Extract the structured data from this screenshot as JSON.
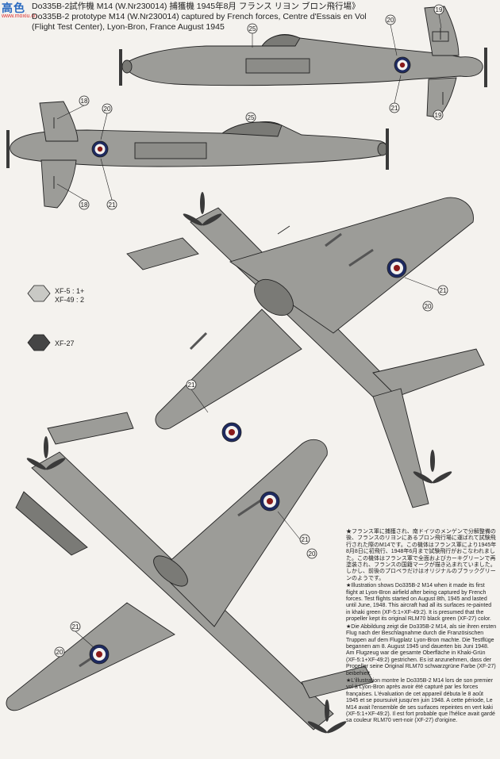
{
  "header": {
    "line1": "Do335B-2試作機 M14 (W.Nr230014) 捕獲機 1945年8月 フランス リヨン ブロン飛行場》",
    "line2": "Do335B-2 prototype M14 (W.Nr230014) captured by French forces, Centre d'Essais en Vol",
    "line3": "(Flight Test Center), Lyon-Bron, France August 1945"
  },
  "watermark": {
    "text": "高色",
    "sub": "www.moxiu.cn"
  },
  "swatches": [
    {
      "label1": "XF-5 : 1+",
      "label2": "XF-49 : 2",
      "color": "#c9c9c5"
    },
    {
      "label1": "XF-27",
      "label2": "",
      "color": "#454545"
    }
  ],
  "callouts": [
    "18",
    "19",
    "20",
    "21",
    "25"
  ],
  "notes": {
    "jp": "★フランス軍に捕獲され、南ドイツのメンゲンで分解整備の後、フランスのリヨンにあるブロン飛行場に運ばれて試験飛行された際のM14です。この機体はフランス軍により1945年8月8日に初飛行、1948年6月まで試験飛行がおこなわれました。この機体はフランス軍で全面およびカーキグリーンで再塗装され、フランスの国籍マークが描き込まれていました。しかし、前後のプロペラだけはオリジナルのブラックグリーンのようです。",
    "en": "★Illustration shows Do335B-2 M14 when it made its first flight at Lyon-Bron airfield after being captured by French forces. Test flights started on August 8th, 1945 and lasted until June, 1948. This aircraft had all its surfaces re-painted in khaki green (XF-5:1+XF-49:2). It is presumed that the propeller kept its original RLM70 black green (XF-27) color.",
    "de": "★Die Abbildung zeigt die Do335B-2 M14, als sie ihren ersten Flug nach der Beschlagnahme durch die Französischen Truppen auf dem Flugplatz Lyon-Bron machte. Die Testflüge begannen am 8. August 1945 und dauerten bis Juni 1948. Am Flugzeug war die gesamte Oberfläche in Khaki-Grün (XF-5:1+XF-49:2) gestrichen. Es ist anzunehmen, dass der Propeller seine Original RLM70 schwarzgrüne Farbe (XF-27) beibehielt.",
    "fr": "★L'illustration montre le Do335B-2 M14 lors de son premier vol à Lyon-Bron après avoir été capturé par les forces françaises. L'évaluation de cet appareil débuta le 8 août 1945 et se poursuivit jusqu'en juin 1948. A cette période, Le M14 avait l'ensemble de ses surfaces repeintes en vert kaki (XF-5:1+XF-49:2). Il est fort probable que l'hélice avait gardé sa couleur RLM70 vert-noir (XF-27) d'origine."
  },
  "colors": {
    "paint": "#9c9c98",
    "paint_dark": "#7a7a76",
    "roundel_blue": "#1e2a60",
    "roundel_red": "#8a1a1a",
    "prop": "#3a3a3a"
  }
}
